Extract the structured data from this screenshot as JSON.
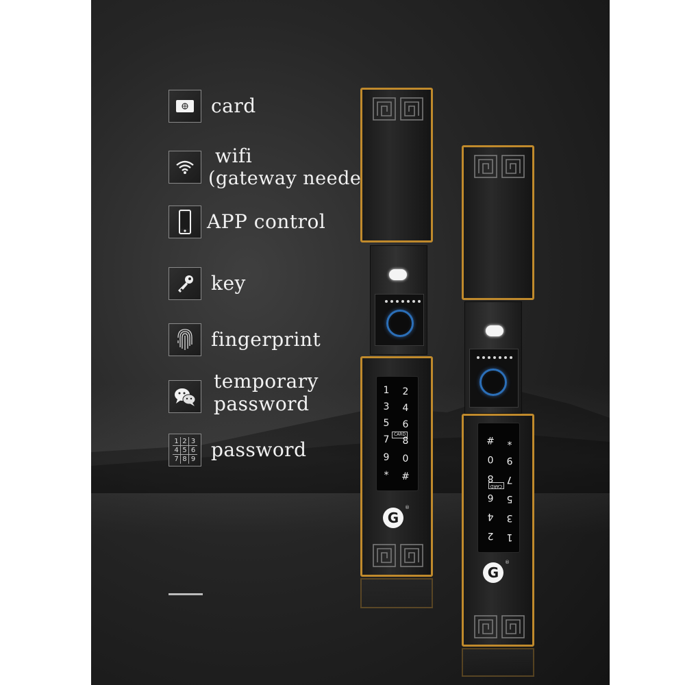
{
  "features": [
    {
      "id": "card",
      "icon": "card-icon",
      "lines": [
        "card"
      ]
    },
    {
      "id": "wifi",
      "icon": "wifi-icon",
      "lines": [
        "wifi",
        "(gateway needed)"
      ]
    },
    {
      "id": "app",
      "icon": "phone-icon",
      "lines": [
        "APP control"
      ]
    },
    {
      "id": "key",
      "icon": "key-icon",
      "lines": [
        "key"
      ]
    },
    {
      "id": "fingerprint",
      "icon": "fingerprint-icon",
      "lines": [
        "fingerprint"
      ]
    },
    {
      "id": "temporary",
      "icon": "wechat-icon",
      "lines": [
        "temporary",
        "password"
      ]
    },
    {
      "id": "password",
      "icon": "numeric-keypad-icon",
      "lines": [
        "password"
      ]
    }
  ],
  "keypad_icon_digits": [
    "1",
    "2",
    "3",
    "4",
    "5",
    "6",
    "7",
    "8",
    "9"
  ],
  "lock": {
    "keys": [
      [
        "1",
        "2"
      ],
      [
        "3",
        "4"
      ],
      [
        "5",
        "6"
      ],
      [
        "7",
        "8"
      ],
      [
        "9",
        "0"
      ],
      [
        "*",
        "#"
      ]
    ],
    "card_tag": "CARD",
    "logo_letter": "G",
    "logo_mark": "®"
  },
  "colors": {
    "background": "#262626",
    "trim": "#c08a2c",
    "fingerprint_ring": "#2b6fb8",
    "text": "#f2f2f2"
  }
}
